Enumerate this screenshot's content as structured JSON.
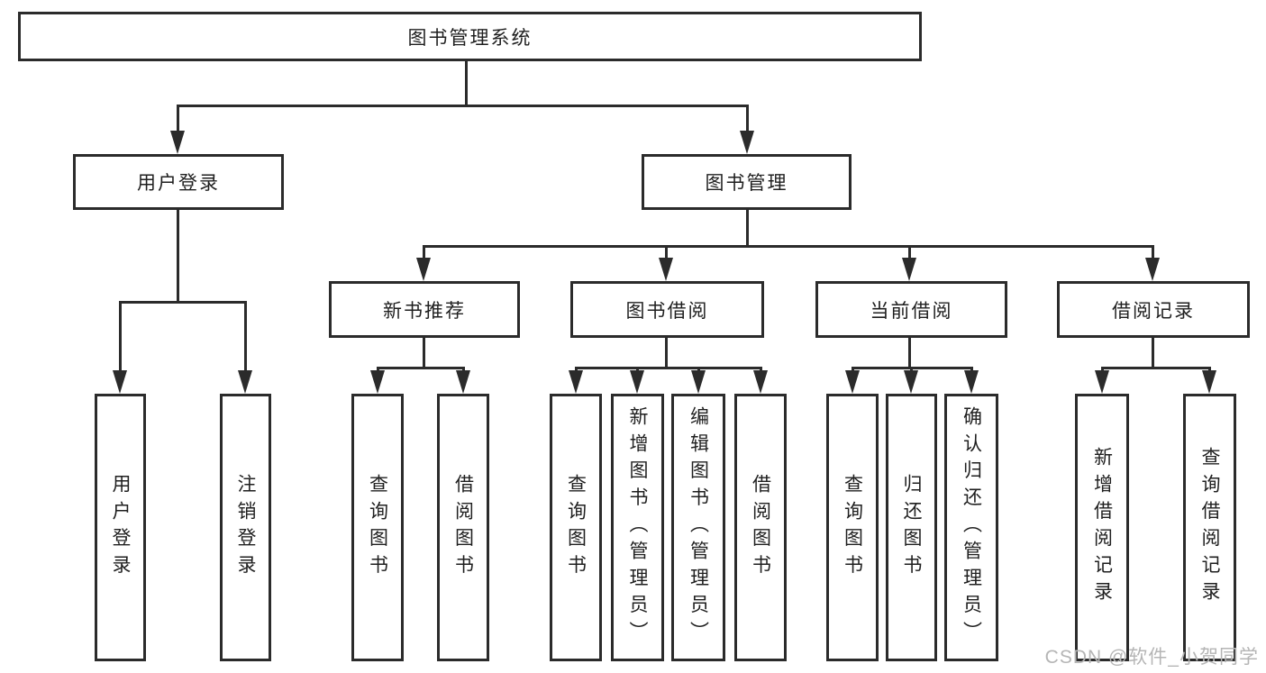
{
  "diagram": {
    "type": "hierarchy-tree",
    "colors": {
      "line": "#2b2b2b",
      "text": "#1f1f1f",
      "background": "#ffffff",
      "watermark": "#b5b5b5"
    },
    "watermark": "CSDN @软件_小贺同学",
    "nodes": {
      "root": {
        "label": "图书管理系统"
      },
      "userLogin": {
        "label": "用户登录"
      },
      "bookMgmt": {
        "label": "图书管理"
      },
      "newBookRec": {
        "label": "新书推荐"
      },
      "bookBorrow": {
        "label": "图书借阅"
      },
      "currentBorrow": {
        "label": "当前借阅"
      },
      "borrowRecord": {
        "label": "借阅记录"
      },
      "loginLeaf": {
        "label": "用户登录"
      },
      "logoutLeaf": {
        "label": "注销登录"
      },
      "recQuery": {
        "label": "查询图书"
      },
      "recBorrow": {
        "label": "借阅图书"
      },
      "bbQuery": {
        "label": "查询图书"
      },
      "bbAdd": {
        "label": "新增图书（管理员）"
      },
      "bbEdit": {
        "label": "编辑图书（管理员）"
      },
      "bbBorrow": {
        "label": "借阅图书"
      },
      "cbQuery": {
        "label": "查询图书"
      },
      "cbReturn": {
        "label": "归还图书"
      },
      "cbConfirm": {
        "label": "确认归还（管理员）"
      },
      "brAdd": {
        "label": "新增借阅记录"
      },
      "brQuery": {
        "label": "查询借阅记录"
      }
    },
    "structure": {
      "图书管理系统": {
        "用户登录": [
          "用户登录",
          "注销登录"
        ],
        "图书管理": {
          "新书推荐": [
            "查询图书",
            "借阅图书"
          ],
          "图书借阅": [
            "查询图书",
            "新增图书（管理员）",
            "编辑图书（管理员）",
            "借阅图书"
          ],
          "当前借阅": [
            "查询图书",
            "归还图书",
            "确认归还（管理员）"
          ],
          "借阅记录": [
            "新增借阅记录",
            "查询借阅记录"
          ]
        }
      }
    }
  }
}
